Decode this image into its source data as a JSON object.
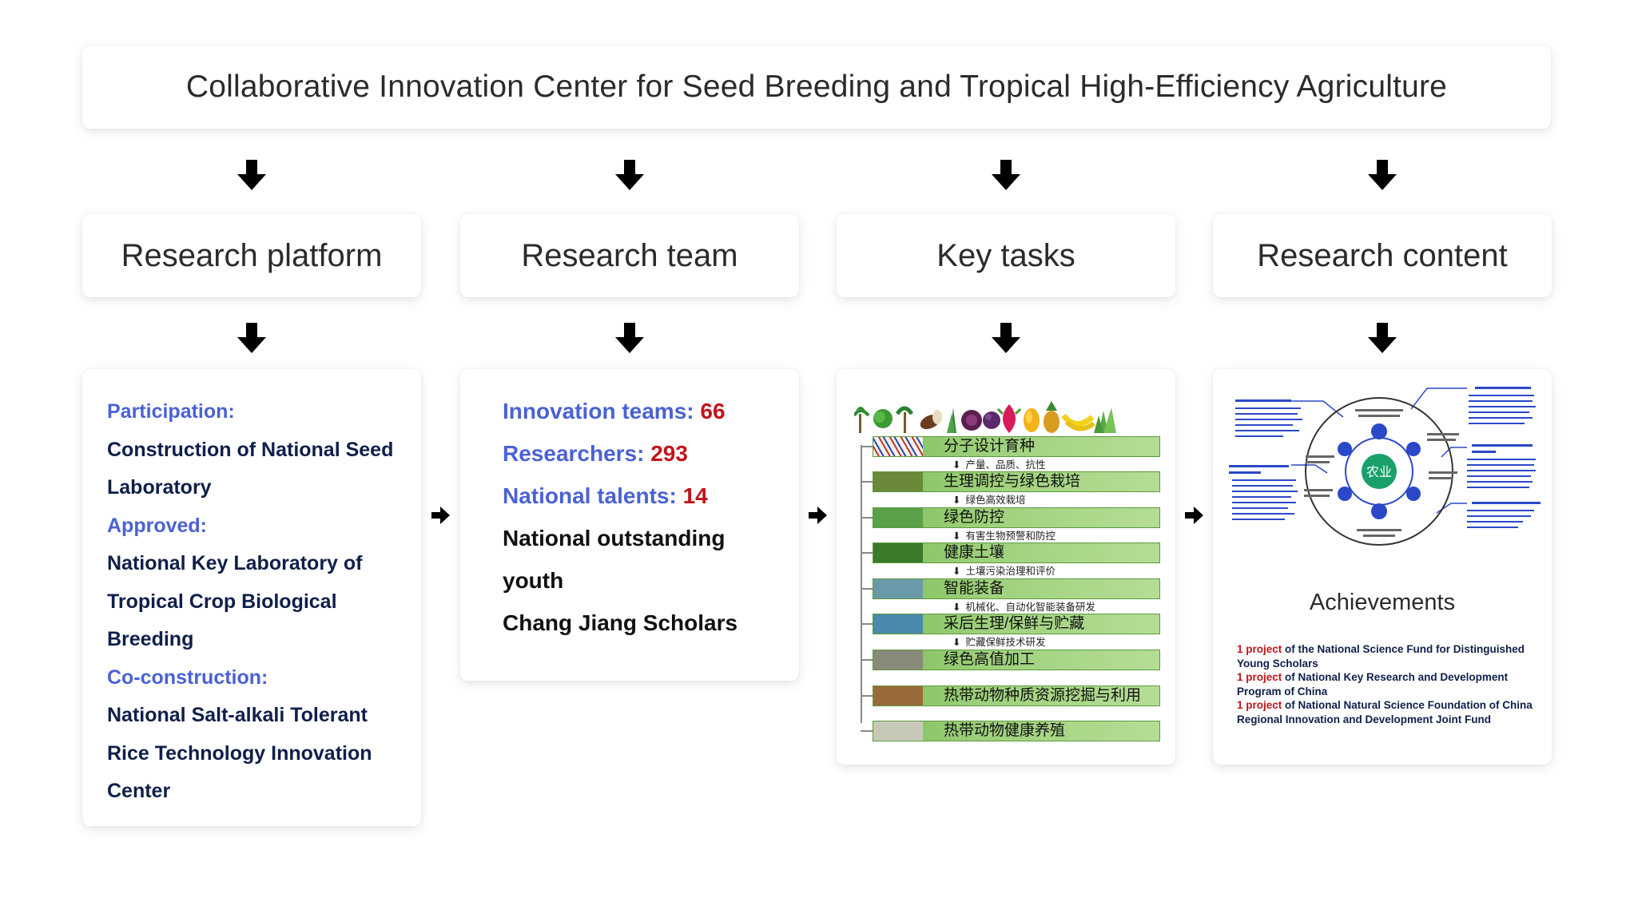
{
  "title": "Collaborative Innovation Center for Seed Breeding and Tropical High-Efficiency Agriculture",
  "columns": {
    "platform": {
      "heading": "Research platform"
    },
    "team": {
      "heading": "Research team"
    },
    "tasks": {
      "heading": "Key tasks"
    },
    "content": {
      "heading": "Research content"
    }
  },
  "platform": {
    "participation_label": "Participation:",
    "participation_value": "Construction of National Seed Laboratory",
    "approved_label": "Approved:",
    "approved_value": "National Key Laboratory of Tropical Crop Biological Breeding",
    "coconstruction_label": "Co-construction:",
    "coconstruction_value": "National Salt-alkali Tolerant Rice Technology Innovation Center"
  },
  "team": {
    "innovation_label": "Innovation teams:",
    "innovation_value": "66",
    "researchers_label": "Researchers:",
    "researchers_value": "293",
    "talents_label": "National talents:",
    "talents_value": "14",
    "outstanding": "National outstanding youth",
    "scholars": "Chang Jiang Scholars"
  },
  "tasks": {
    "items": [
      {
        "name": "分子设计育种",
        "sub": "产量、品质、抗性"
      },
      {
        "name": "生理调控与绿色栽培",
        "sub": "绿色高效栽培"
      },
      {
        "name": "绿色防控",
        "sub": "有害生物预警和防控"
      },
      {
        "name": "健康土壤",
        "sub": "土壤污染治理和评价"
      },
      {
        "name": "智能装备",
        "sub": "机械化、自动化智能装备研发"
      },
      {
        "name": "采后生理/保鲜与贮藏",
        "sub": "贮藏保鲜技术研发"
      },
      {
        "name": "绿色高值加工",
        "sub": ""
      },
      {
        "name": "热带动物种质资源挖掘与利用",
        "sub": ""
      },
      {
        "name": "热带动物健康养殖",
        "sub": ""
      }
    ],
    "arrow_glyph": "⬇"
  },
  "content": {
    "diagram_center": "农业",
    "achievements_title": "Achievements",
    "achievements": [
      {
        "count": "1 project",
        "text": " of the National Science Fund for Distinguished Young Scholars"
      },
      {
        "count": "1 project",
        "text": " of National Key Research and Development Program of China"
      },
      {
        "count": "1 project",
        "text": " of National Natural Science Foundation of China Regional Innovation and Development Joint Fund"
      }
    ]
  },
  "colors": {
    "label_blue": "#4a62d4",
    "value_navy": "#0f1f4a",
    "number_red": "#c0141b",
    "task_green": "#9fd17c"
  }
}
